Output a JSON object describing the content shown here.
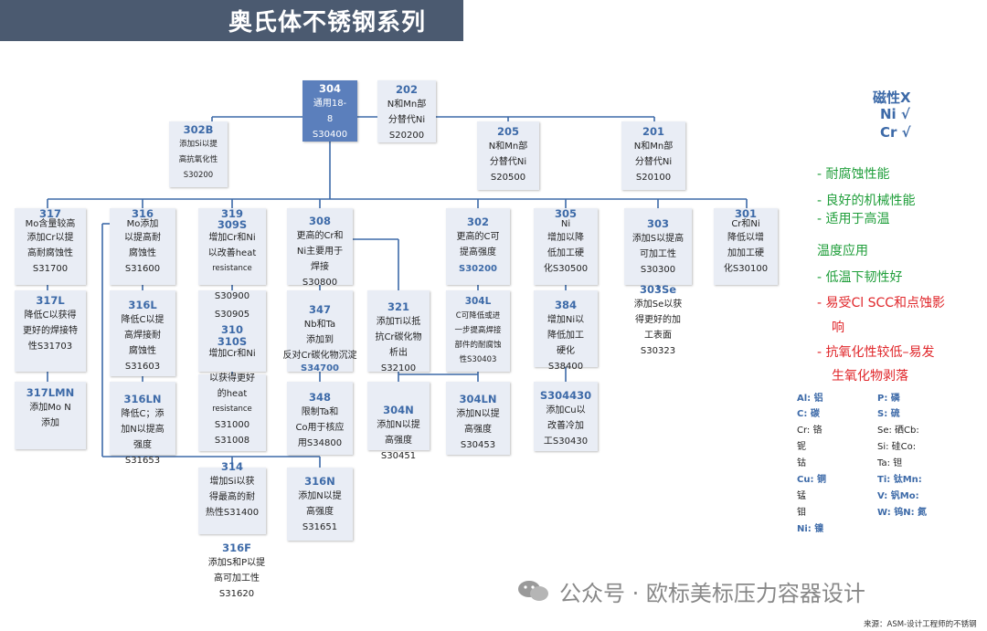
{
  "banner": {
    "title": "奥氏体不锈钢系列"
  },
  "nodes": {
    "n304": {
      "code": "304",
      "txt1": "通用18-",
      "txt2": "8",
      "std": "S30400"
    },
    "n202": {
      "code": "202",
      "txt1": "N和Mn部",
      "txt2": "分替代Ni",
      "std": "S20200"
    },
    "n302b": {
      "code": "302B",
      "txt1": "添加Si以提",
      "txt2": "高抗氧化性",
      "std": "S30200"
    },
    "n205": {
      "code": "205",
      "txt1": "N和Mn部",
      "txt2": "分替代Ni",
      "std": "S20500"
    },
    "n201": {
      "code": "201",
      "txt1": "N和Mn部",
      "txt2": "分替代Ni",
      "std": "S20100"
    },
    "n317": {
      "code": "317",
      "txt1": "Mo含量较高",
      "txt2": "添加Cr以提",
      "txt3": "高耐腐蚀性",
      "std": "S31700"
    },
    "n316": {
      "code": "316",
      "txt1": "Mo添加",
      "txt2": "以提高耐",
      "txt3": "腐蚀性",
      "std": "S31600"
    },
    "n319": {
      "code": "319",
      "code2": "309S",
      "txt1": "增加Cr和Ni",
      "txt2": "以改善heat",
      "txt3": "resistance"
    },
    "n308": {
      "code": "308",
      "txt1": "更高的Cr和",
      "txt2": "Ni主要用于",
      "txt3": "焊接",
      "std": "S30800"
    },
    "n302": {
      "code": "302",
      "txt1": "更高的C可",
      "txt2": "提高强度",
      "std": "S30200"
    },
    "n305": {
      "code": "305",
      "txt0": "Ni",
      "txt1": "增加以降",
      "txt2": "低加工硬",
      "txt3": "化S30500"
    },
    "n303": {
      "code": "303",
      "txt1": "添加S以提高",
      "txt2": "可加工性",
      "std": "S30300"
    },
    "n301": {
      "code": "301",
      "txt0": "Cr和Ni",
      "txt1": "降低以增",
      "txt2": "加加工硬",
      "txt3": "化S30100"
    },
    "n317l": {
      "code": "317L",
      "txt1": "降低C以获得",
      "txt2": "更好的焊接特",
      "txt3": "性S31703"
    },
    "n316l": {
      "code": "316L",
      "txt1": "降低C以提",
      "txt2": "高焊接耐",
      "txt3": "腐蚀性",
      "std": "S31603"
    },
    "n309s": {
      "std1": "S30900",
      "std2": "S30905"
    },
    "n310": {
      "code": "310",
      "code2": "310S",
      "txt1": "增加Cr和Ni",
      "txt2": "以获得更好",
      "txt3": "的heat",
      "txt4": "resistance",
      "std1": "S31000",
      "std2": "S31008"
    },
    "n347": {
      "code": "347",
      "txt1": "Nb和Ta",
      "txt2": "添加到",
      "txt3": "反对Cr碳化物沉淀",
      "std": "S34700"
    },
    "n321": {
      "code": "321",
      "txt1": "添加Ti以抵",
      "txt2": "抗Cr碳化物",
      "txt3": "析出",
      "std": "S32100"
    },
    "n304l": {
      "code": "304L",
      "txt1": "C可降低或进",
      "txt2": "一步提高焊接",
      "txt3": "部件的耐腐蚀",
      "txt4": "性S30403"
    },
    "n384": {
      "code": "384",
      "txt1": "增加Ni以",
      "txt2": "降低加工",
      "txt3": "硬化",
      "std": "S38400"
    },
    "n303se": {
      "code": "303Se",
      "txt1": "添加Se以获",
      "txt2": "得更好的加",
      "txt3": "工表面",
      "std": "S30323"
    },
    "n317lmn": {
      "code": "317LMN",
      "txt1": "添加Mo N",
      "txt2": "添加"
    },
    "n316ln": {
      "code": "316LN",
      "txt1": "降低C；添",
      "txt2": "加N以提高",
      "txt3": "强度",
      "std": "S31653"
    },
    "n348": {
      "code": "348",
      "txt1": "限制Ta和",
      "txt2": "Co用于核应",
      "txt3": "用S34800"
    },
    "n304n": {
      "code": "304N",
      "txt1": "添加N以提",
      "txt2": "高强度",
      "std": "S30451"
    },
    "n304ln": {
      "code": "304LN",
      "txt1": "添加N以提",
      "txt2": "高强度",
      "std": "S30453"
    },
    "n s304430": {
      "code": "S304430",
      "txt1": "添加Cu以",
      "txt2": "改善冷加",
      "txt3": "工S30430"
    },
    "n314": {
      "code": "314",
      "txt1": "增加Si以获",
      "txt2": "得最高的耐",
      "txt3": "热性S31400"
    },
    "n316n": {
      "code": "316N",
      "txt1": "添加N以提",
      "txt2": "高强度",
      "std": "S31651"
    },
    "n316f": {
      "code": "316F",
      "txt1": "添加S和P以提",
      "txt2": "高可加工性",
      "std": "S31620"
    }
  },
  "magnetism": {
    "line1": "磁性X",
    "line2": "Ni √",
    "line3": "Cr √"
  },
  "properties": {
    "p1": "- 耐腐蚀性能",
    "p2": "- 良好的机械性能",
    "p3": "- 适用于高温",
    "p4": "温度应用",
    "p5": "- 低温下韧性好",
    "p6": "-  易受Cl SCC和点蚀影",
    "p7": "响",
    "p8": "-  抗氧化性较低–易发",
    "p9": "生氧化物剥落"
  },
  "elements": {
    "al": "Al: 铝",
    "c": "C: 碳",
    "cr": "Cr: 铬",
    "nb": "铌",
    "co": "钴",
    "cu": "Cu: 铜",
    "mn": "锰",
    "mo": "钼",
    "ni": "Ni: 镍",
    "p": "P: 磷",
    "s": "S: 硫",
    "se": "Se: 硒Cb:",
    "si": "Si: 硅Co:",
    "ta": "Ta: 钽",
    "ti": "Ti: 钛Mn:",
    "v": "V: 钒Mo:",
    "w": "W: 钨N: 氮"
  },
  "watermark": "公众号 · 欧标美标压力容器设计",
  "source": "来源：ASM-设计工程师的不锈钢",
  "colors": {
    "banner": "#4b5a70",
    "box": "#e9edf5",
    "highlight": "#5b7fbc",
    "code": "#3d6aa8",
    "green": "#1f9e3a",
    "red": "#e0262a"
  }
}
